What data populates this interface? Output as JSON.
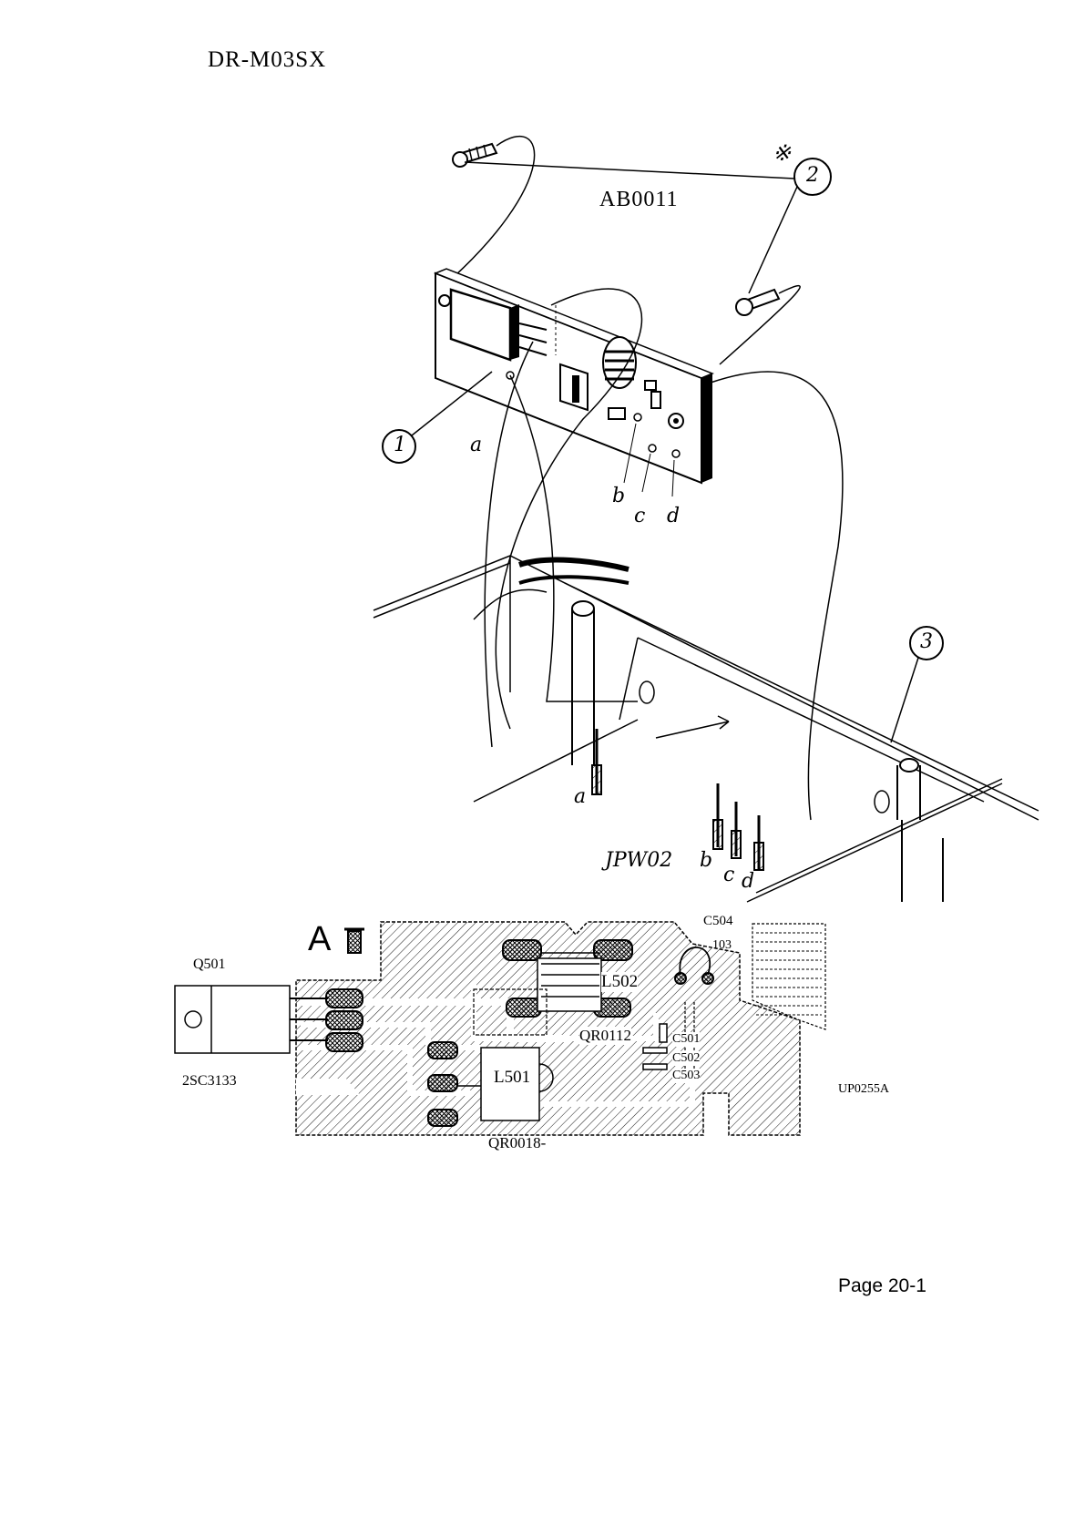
{
  "header": {
    "model": "DR-M03SX"
  },
  "exploded_view": {
    "assembly_label": "AB0011",
    "callouts": {
      "c1": "1",
      "c2": "2",
      "c3": "3",
      "asterisk": "※"
    },
    "pins": [
      "a",
      "b",
      "c",
      "d"
    ],
    "jumper_label": "JPW02"
  },
  "pcb_layout": {
    "transistor_ref": "Q501",
    "transistor_part": "2SC3133",
    "mark": "A",
    "components": {
      "l502": "L502",
      "l501": "L501",
      "c504": "C504",
      "c504_value": "103",
      "c501": "C501",
      "c502": "C502",
      "c503": "C503",
      "qr0112": "QR0112",
      "qr0018": "QR0018-"
    },
    "board_part": "UP0255A"
  },
  "footer": {
    "page": "Page 20-1"
  }
}
